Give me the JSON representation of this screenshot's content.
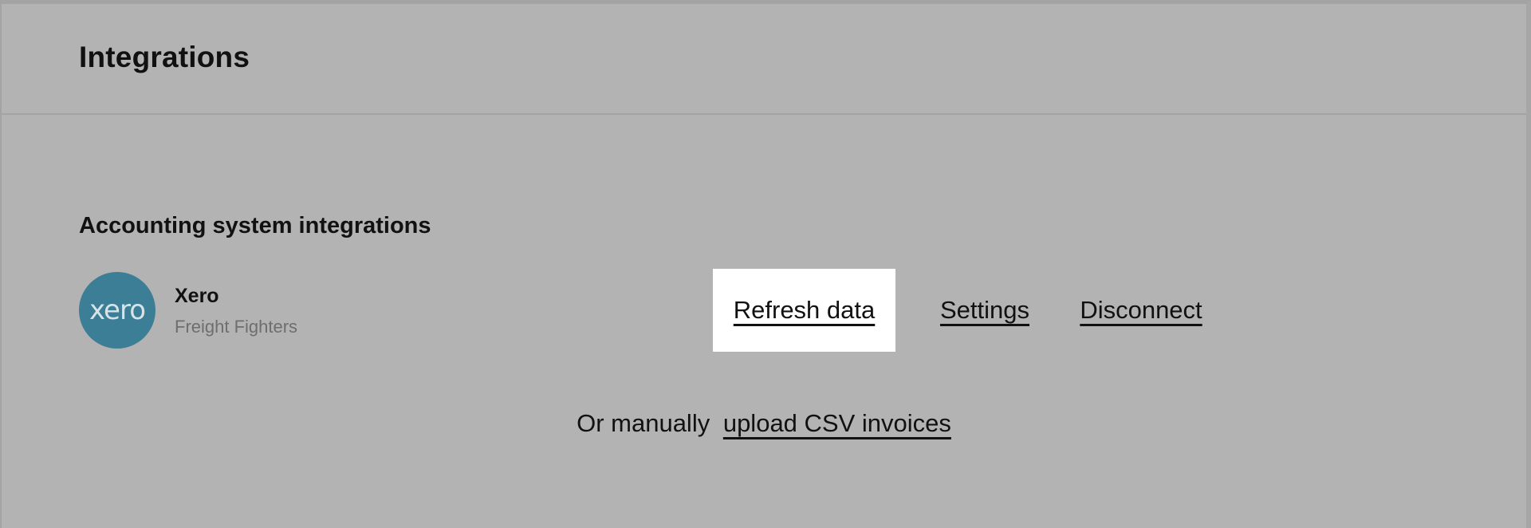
{
  "header": {
    "title": "Integrations"
  },
  "section": {
    "title": "Accounting system integrations",
    "integrations": [
      {
        "logo_text": "xero",
        "logo_color": "#3b7e96",
        "name": "Xero",
        "organisation": "Freight Fighters",
        "actions": [
          {
            "label": "Refresh data",
            "highlighted": true
          },
          {
            "label": "Settings",
            "highlighted": false
          },
          {
            "label": "Disconnect",
            "highlighted": false
          }
        ]
      }
    ]
  },
  "manual_upload": {
    "prefix": "Or manually",
    "link_label": "upload CSV invoices"
  },
  "colors": {
    "overlay_background": "#b3b3b3",
    "highlight": "#ffffff",
    "muted_text": "#6e6e6e"
  }
}
